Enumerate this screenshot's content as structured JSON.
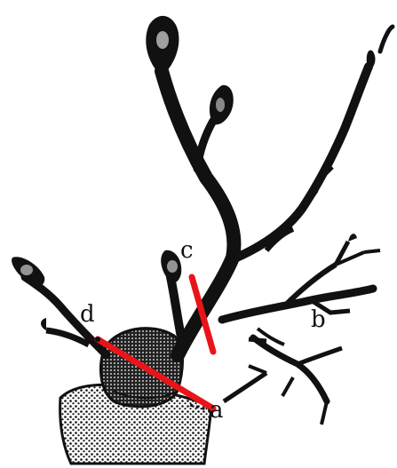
{
  "illustration": {
    "labels": {
      "a": "a",
      "b": "b",
      "c": "c",
      "d": "d"
    },
    "colors": {
      "ink": "#111111",
      "paper": "#ffffff",
      "cut_line": "#e8141a"
    }
  }
}
